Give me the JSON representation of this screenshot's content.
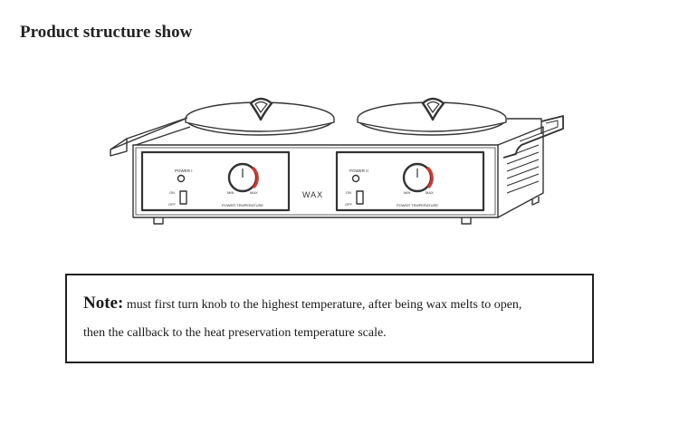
{
  "page": {
    "title": "Product structure show"
  },
  "device": {
    "center_label": "WAX",
    "left_panel": {
      "power_label": "POWER I",
      "switch_on_label": "ON",
      "switch_off_label": "OFF",
      "knob_min_label": "MIN",
      "knob_max_label": "MAX",
      "caption": "POWER TEMPERATURE"
    },
    "right_panel": {
      "power_label": "POWER II",
      "switch_on_label": "ON",
      "switch_off_label": "OFF",
      "knob_min_label": "MIN",
      "knob_max_label": "MAX",
      "caption": "POWER TEMPERATURE"
    },
    "knob_indicator_color": "#d9362b"
  },
  "note": {
    "label": "Note:",
    "line1": " must first turn knob to the highest temperature, after being wax melts to open,",
    "line2": "then the callback to the heat preservation temperature scale."
  }
}
